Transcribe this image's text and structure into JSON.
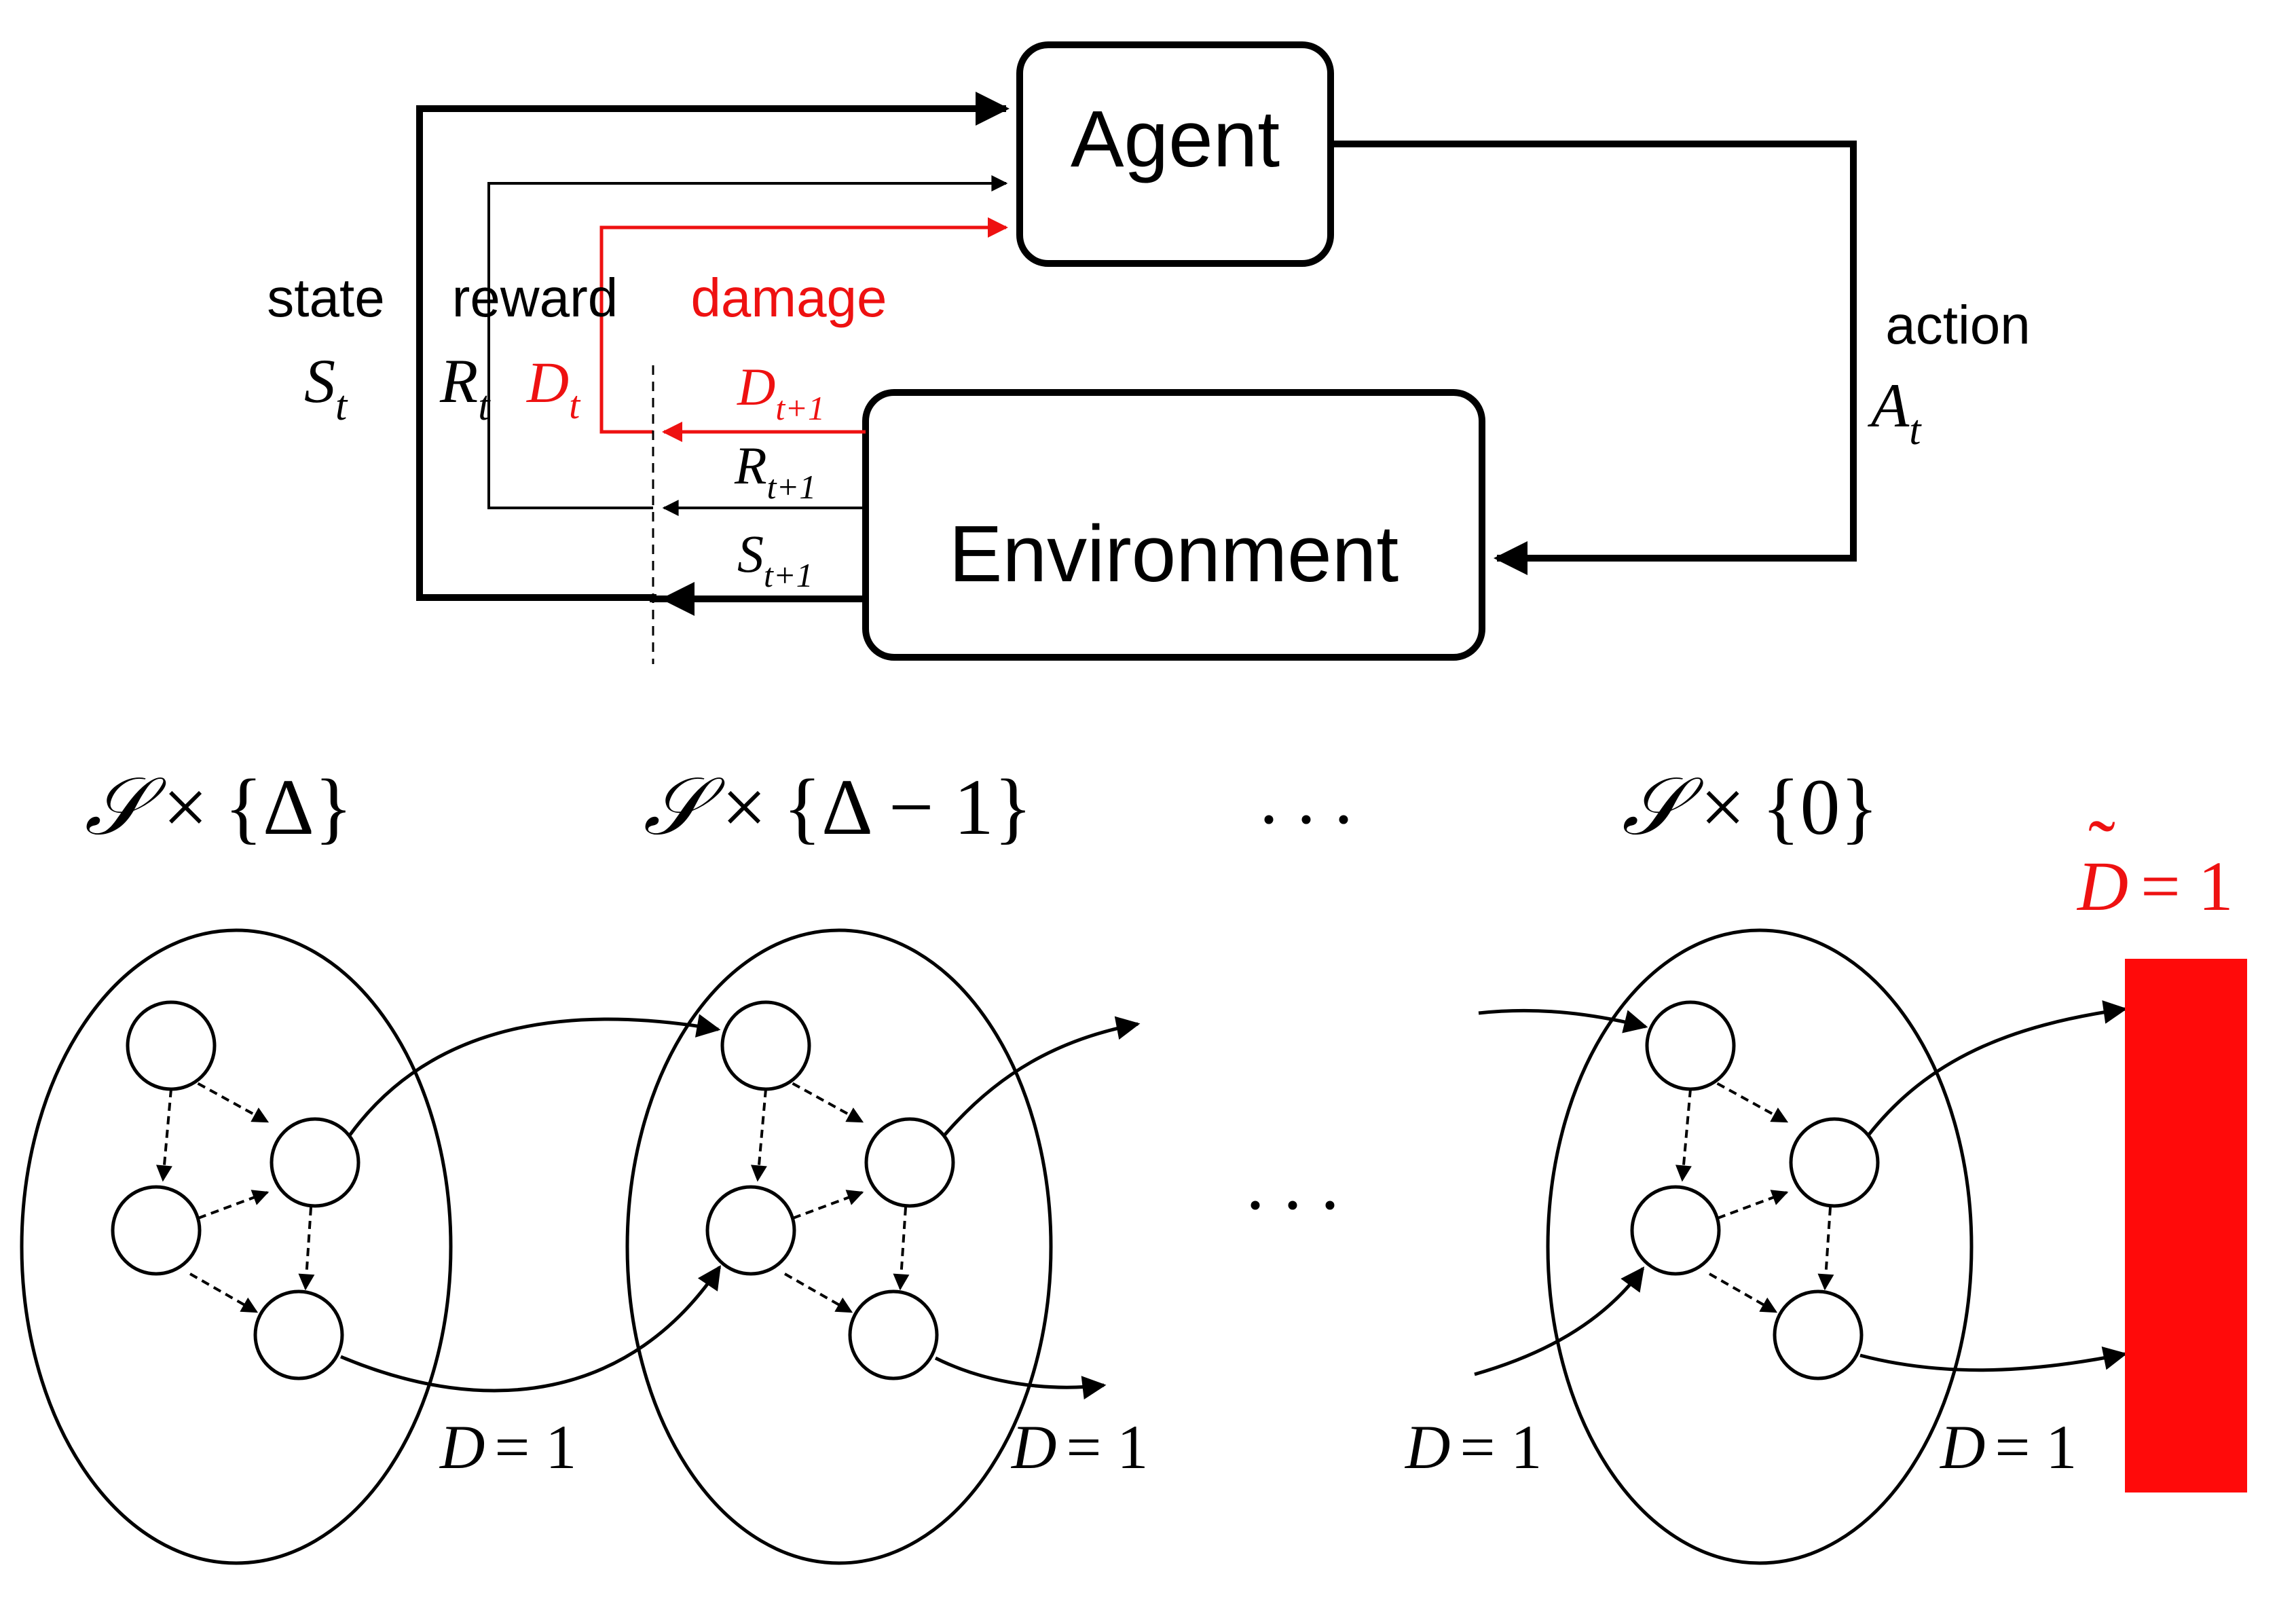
{
  "colors": {
    "ink": "#000000",
    "damage": "#ee1111",
    "terminal": "#ff0a0a",
    "background": "#ffffff"
  },
  "agent": {
    "label": "Agent"
  },
  "environment": {
    "label": "Environment"
  },
  "signals": {
    "state_word": "state",
    "state_sym": "S",
    "state_sub": "t",
    "reward_word": "reward",
    "reward_sym": "R",
    "reward_sub": "t",
    "damage_word": "damage",
    "damage_sym": "D",
    "damage_sub": "t",
    "action_word": "action",
    "action_sym": "A",
    "action_sub": "t",
    "next_damage_sym": "D",
    "next_damage_sub": "t+1",
    "next_reward_sym": "R",
    "next_reward_sub": "t+1",
    "next_state_sym": "S",
    "next_state_sub": "t+1"
  },
  "layers": {
    "layer1": {
      "set": "𝒮",
      "times": "×",
      "open": "{",
      "value": "Δ",
      "close": "}"
    },
    "layer2": {
      "set": "𝒮",
      "times": "×",
      "open": "{",
      "value": "Δ − 1",
      "close": "}"
    },
    "layer3": {
      "set": "𝒮",
      "times": "×",
      "open": "{",
      "value": "0",
      "close": "}"
    },
    "ellipsis_top": ". . .",
    "ellipsis_mid": ". . ."
  },
  "transitions": {
    "t1": {
      "sym": "D",
      "eq": "= 1"
    },
    "t2": {
      "sym": "D",
      "eq": "= 1"
    },
    "t3": {
      "sym": "D",
      "eq": "= 1"
    },
    "t4": {
      "sym": "D",
      "eq": "= 1"
    }
  },
  "terminal": {
    "sym": "D",
    "tilde": "˜",
    "eq": "= 1"
  }
}
